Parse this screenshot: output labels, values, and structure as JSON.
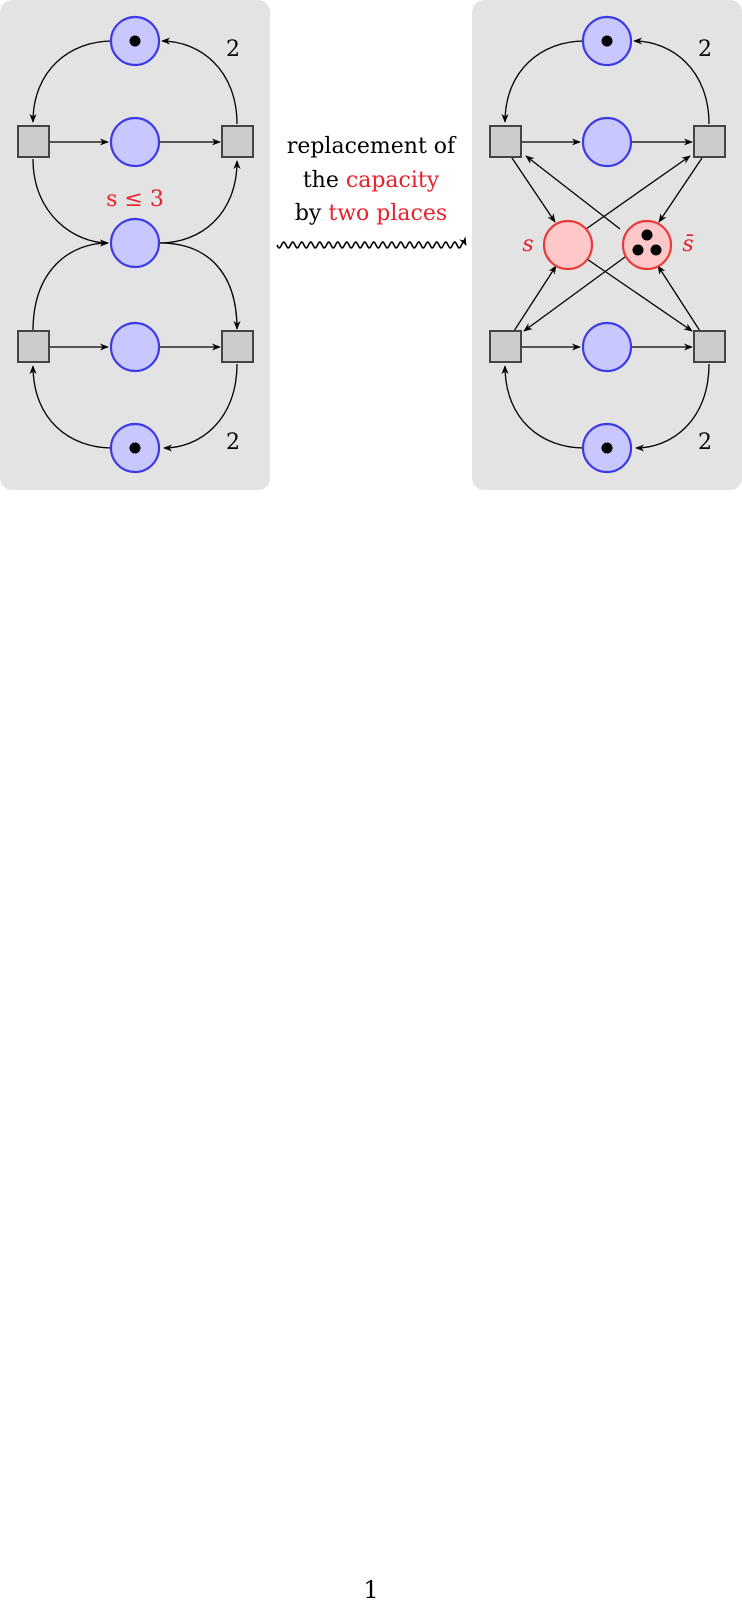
{
  "colors": {
    "panel": "#e3e3e3",
    "place_fill": "#c8c8ff",
    "place_stroke": "#3a3ae6",
    "capacity_fill": "#ffc8c8",
    "capacity_stroke": "#e83a3a",
    "transition_fill": "#cccccc",
    "accent_red": "#e8202a",
    "ink": "#000000"
  },
  "left_net": {
    "weight_top": "2",
    "weight_bottom": "2",
    "capacity_label": "s ≤ 3",
    "marked_places_tokens": [
      1,
      1
    ]
  },
  "middle": {
    "line1": "replacement of",
    "line2_plain": "the",
    "line2_red": "capacity",
    "line3_plain": "by",
    "line3_red": "two places"
  },
  "right_net": {
    "weight_top": "2",
    "weight_bottom": "2",
    "place_s_label": "s",
    "place_sbar_label": "s̄",
    "sbar_tokens": 3
  },
  "page_number": "1"
}
